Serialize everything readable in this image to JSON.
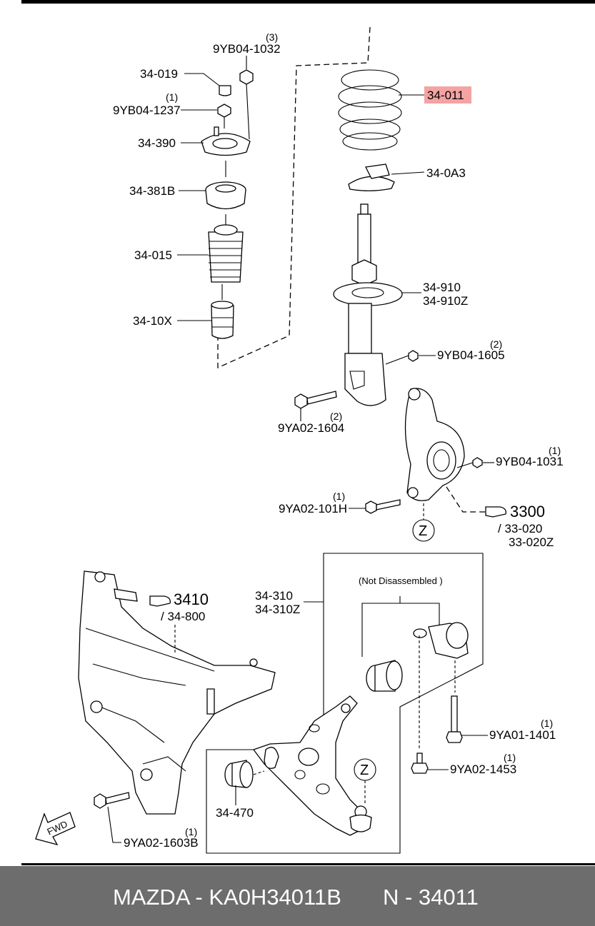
{
  "labels": {
    "p34_019": "34-019",
    "p9yb04_1032": "9YB04-1032",
    "q9yb04_1032": "(3)",
    "p9yb04_1237": "9YB04-1237",
    "q9yb04_1237": "(1)",
    "p34_390": "34-390",
    "p34_381b": "34-381B",
    "p34_015": "34-015",
    "p34_10x": "34-10X",
    "p34_011": "34-011",
    "p34_0a3": "34-0A3",
    "p34_910": "34-910",
    "p34_910z": "34-910Z",
    "p9yb04_1605": "9YB04-1605",
    "q9yb04_1605": "(2)",
    "p9ya02_1604": "9YA02-1604",
    "q9ya02_1604": "(2)",
    "p9yb04_1031": "9YB04-1031",
    "q9yb04_1031": "(1)",
    "p9ya02_101h": "9YA02-101H",
    "q9ya02_101h": "(1)",
    "ref3300": "3300",
    "ref33_020": "/ 33-020",
    "ref33_020z": "33-020Z",
    "z1": "Z",
    "ref3410": "3410",
    "ref34_800": "/ 34-800",
    "p34_310": "34-310",
    "p34_310z": "34-310Z",
    "not_disassembled": "(Not Disassembled )",
    "p9ya01_1401": "9YA01-1401",
    "q9ya01_1401": "(1)",
    "p9ya02_1453": "9YA02-1453",
    "q9ya02_1453": "(1)",
    "z2": "Z",
    "p34_470": "34-470",
    "p9ya02_1603b": "9YA02-1603B",
    "q9ya02_1603b": "(1)",
    "fwd": "FWD"
  },
  "footer": {
    "brand_part": "MAZDA - KA0H34011B",
    "number": "N - 34011"
  },
  "colors": {
    "highlight": "#f4a3a3",
    "footer_bg": "#6d6d6d"
  }
}
